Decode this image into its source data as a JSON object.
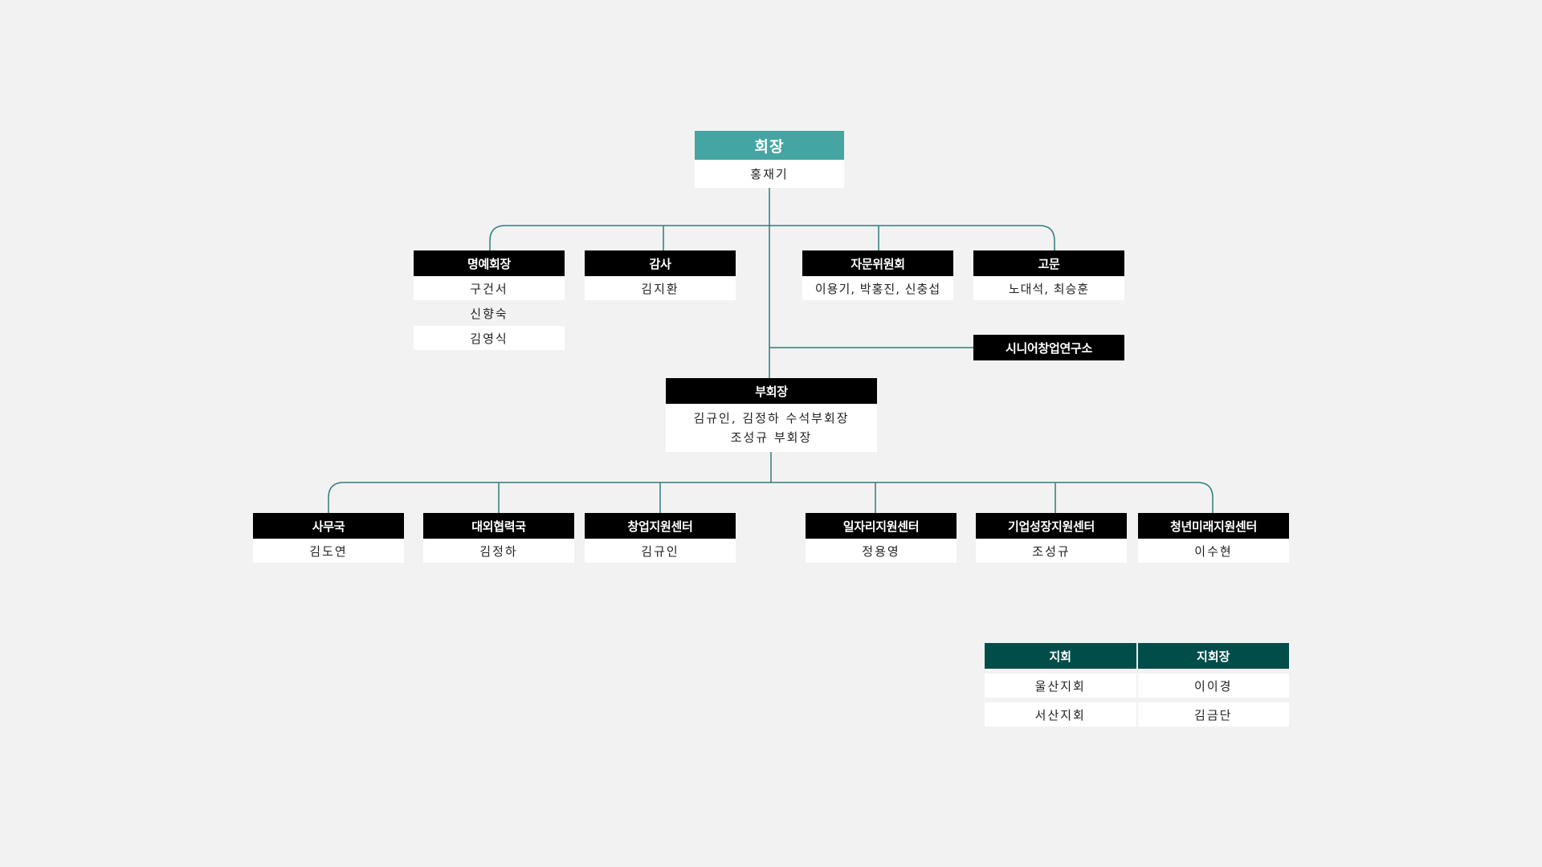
{
  "president": {
    "title": "회장",
    "name": "홍재기"
  },
  "tier1": [
    {
      "title": "명예회장",
      "names": [
        "구건서",
        "신향숙",
        "김영식"
      ]
    },
    {
      "title": "감사",
      "names": [
        "김지환"
      ]
    },
    {
      "title": "자문위원회",
      "names": [
        "이용기, 박홍진, 신충섭"
      ]
    },
    {
      "title": "고문",
      "names": [
        "노대석, 최승훈"
      ]
    }
  ],
  "institute": {
    "title": "시니어창업연구소"
  },
  "vice": {
    "title": "부회장",
    "lines": [
      "김규인, 김정하 수석부회장",
      "조성규 부회장"
    ]
  },
  "departments": [
    {
      "title": "사무국",
      "name": "김도연"
    },
    {
      "title": "대외협력국",
      "name": "김정하"
    },
    {
      "title": "창업지원센터",
      "name": "김규인"
    },
    {
      "title": "일자리지원센터",
      "name": "정용영"
    },
    {
      "title": "기업성장지원센터",
      "name": "조성규"
    },
    {
      "title": "청년미래지원센터",
      "name": "이수현"
    }
  ],
  "branches": {
    "headers": [
      "지회",
      "지회장"
    ],
    "rows": [
      [
        "울산지회",
        "이이경"
      ],
      [
        "서산지회",
        "김금단"
      ]
    ]
  },
  "colors": {
    "accent": "#45a5a2",
    "line": "#2e7d7a",
    "tableHeader": "#014d4a",
    "header": "#000000"
  }
}
